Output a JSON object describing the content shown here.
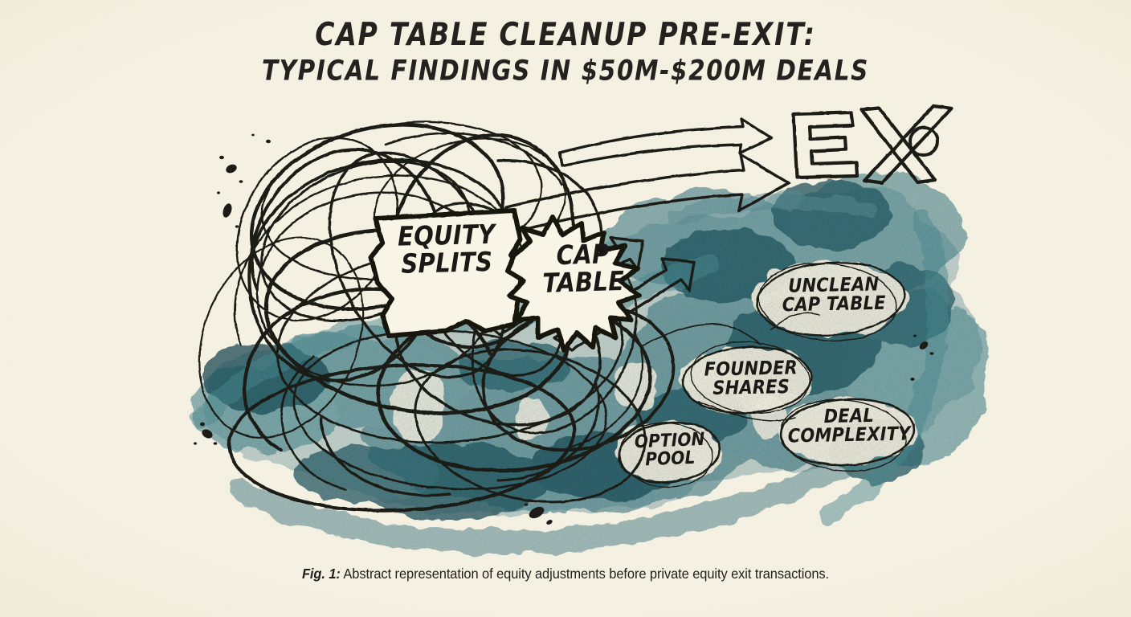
{
  "figure": {
    "title_line_1": "CAP TABLE CLEANUP PRE-EXIT:",
    "title_line_2": "TYPICAL FINDINGS IN $50M-$200M DEALS",
    "caption_label": "Fig. 1:",
    "caption_text": " Abstract representation of equity adjustments before private equity exit transactions."
  },
  "callouts": {
    "equity_splits": "EQUITY\nSPLITS",
    "cap_table": "CAP\nTABLE",
    "unclean_cap_table": "UNCLEAN\nCAP TABLE",
    "founder_shares": "FOUNDER\nSHARES",
    "option_pool": "OPTION\nPOOL",
    "deal_complexity": "DEAL\nCOMPLEXITY",
    "exit_word": "EXO"
  },
  "colors": {
    "paper": "#f7f3e4",
    "ink": "#1a1916",
    "teal_dark": "#235c66",
    "teal_mid": "#3b7f88",
    "teal_light": "#7aa8ac",
    "caption_text": "#1f1e1b"
  },
  "elements": {
    "arrow_count": 3,
    "scribble_description": "tangled ink loops",
    "wash_description": "teal watercolor wash"
  }
}
